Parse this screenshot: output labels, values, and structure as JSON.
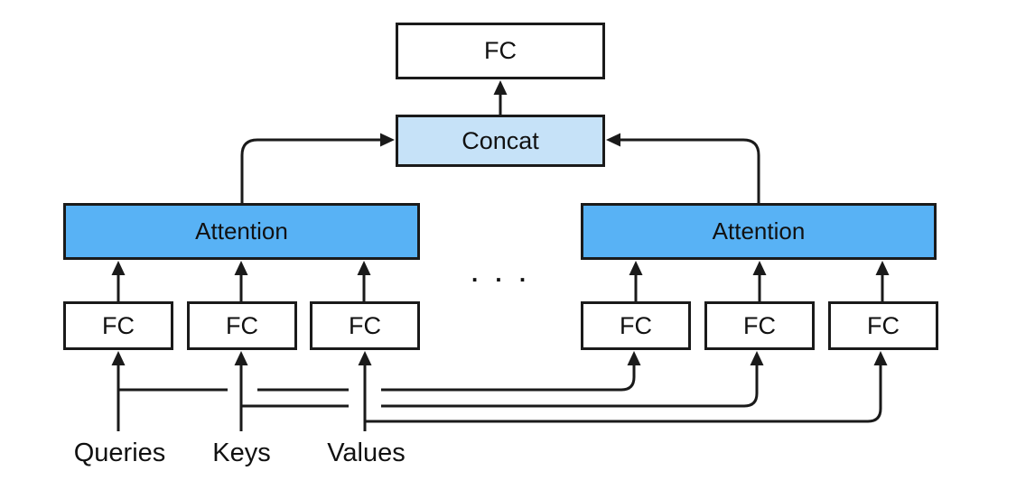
{
  "diagram": {
    "description": "Multi-head attention block diagram",
    "nodes": {
      "output_fc": "FC",
      "concat": "Concat",
      "attention_left": "Attention",
      "attention_right": "Attention",
      "input_fc": [
        "FC",
        "FC",
        "FC",
        "FC",
        "FC",
        "FC"
      ],
      "ellipsis": ". . ."
    },
    "input_labels": [
      "Queries",
      "Keys",
      "Values"
    ],
    "colors": {
      "attention_fill": "#58B2F5",
      "concat_fill": "#C6E2F8",
      "fc_fill": "#FFFFFF",
      "stroke": "#1A1A1A",
      "background": "#FFFFFF"
    }
  }
}
